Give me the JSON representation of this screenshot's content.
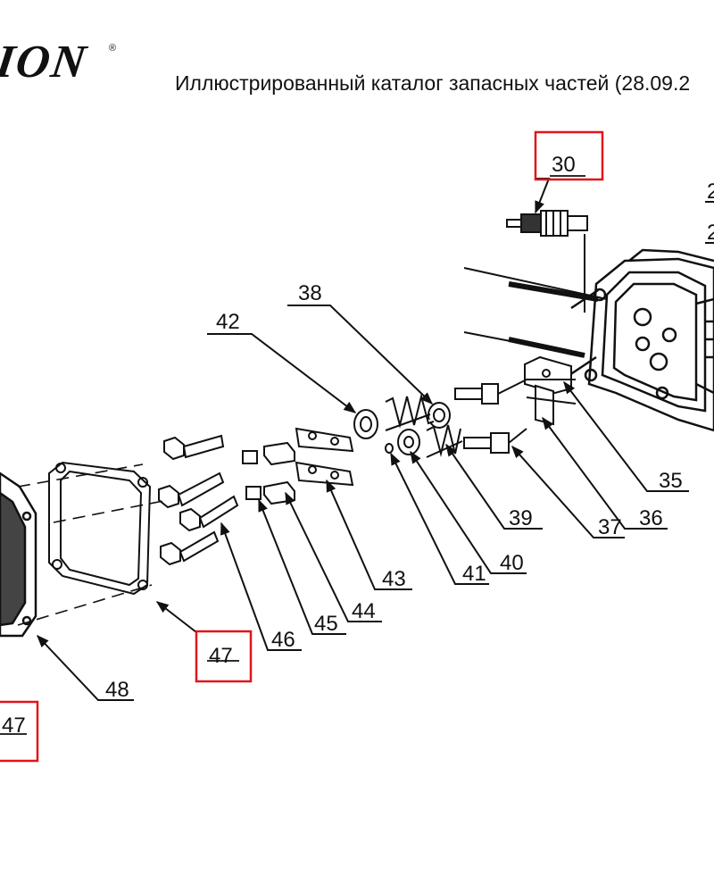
{
  "header": {
    "brand": "ION",
    "registered_mark": "®",
    "title": "Иллюстрированный каталог запасных частей (28.09.2"
  },
  "highlight_color": "#e0151b",
  "parts": {
    "p30": "30",
    "p2a": "2",
    "p2b": "2",
    "p35": "35",
    "p36": "36",
    "p37": "37",
    "p38": "38",
    "p39": "39",
    "p40": "40",
    "p41": "41",
    "p42": "42",
    "p43": "43",
    "p44": "44",
    "p45": "45",
    "p46": "46",
    "p47a": "47",
    "p47b": "47",
    "p48": "48"
  }
}
